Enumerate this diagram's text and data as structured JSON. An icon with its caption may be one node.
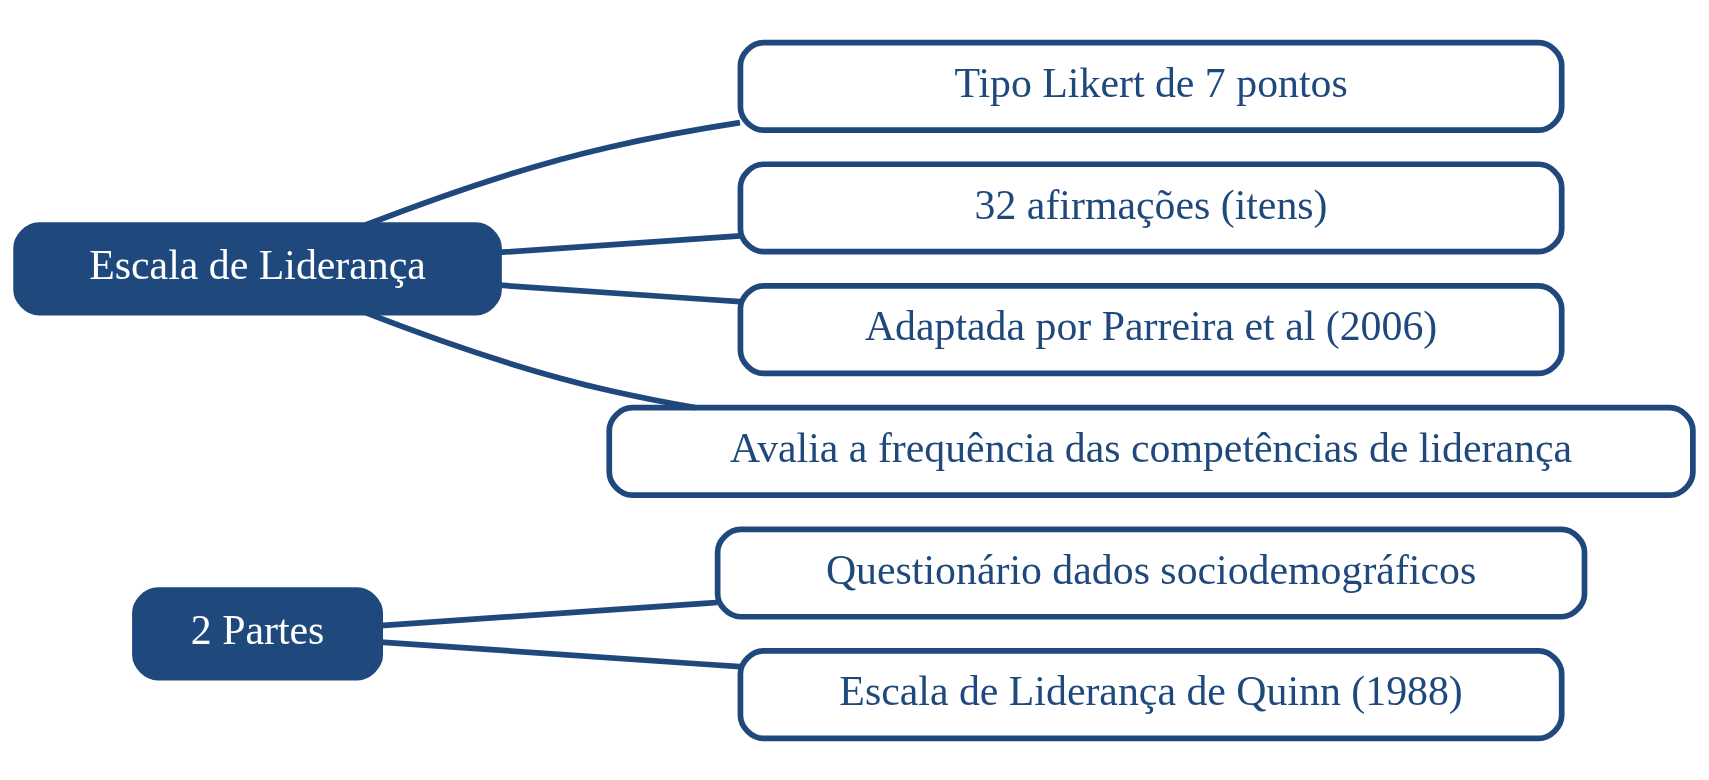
{
  "diagram": {
    "nodes": [
      {
        "text": [
          "2 Partes"
        ]
      },
      {
        "text": [
          "Questionário dados sociodemográficos"
        ]
      },
      {
        "text": [
          "Escala de Liderança de Quinn (1988)"
        ]
      },
      {
        "text": [
          "Escala de Liderança"
        ]
      },
      {
        "text": [
          "Tipo Likert de 7 pontos"
        ]
      },
      {
        "text": [
          "32 afirmações (itens)"
        ]
      },
      {
        "text": [
          "Adaptada por Parreira et al (2006)"
        ]
      },
      {
        "text": [
          "Avalia a frequência das competências de liderança"
        ]
      }
    ],
    "edges": [
      {
        "from": 0,
        "to": 1,
        "arrow": "none"
      },
      {
        "from": 0,
        "to": 2,
        "arrow": "none"
      },
      {
        "from": 3,
        "to": 4,
        "arrow": "none"
      },
      {
        "from": 3,
        "to": 5,
        "arrow": "none"
      },
      {
        "from": 3,
        "to": 6,
        "arrow": "none"
      },
      {
        "from": 3,
        "to": 7,
        "arrow": "none"
      }
    ]
  }
}
